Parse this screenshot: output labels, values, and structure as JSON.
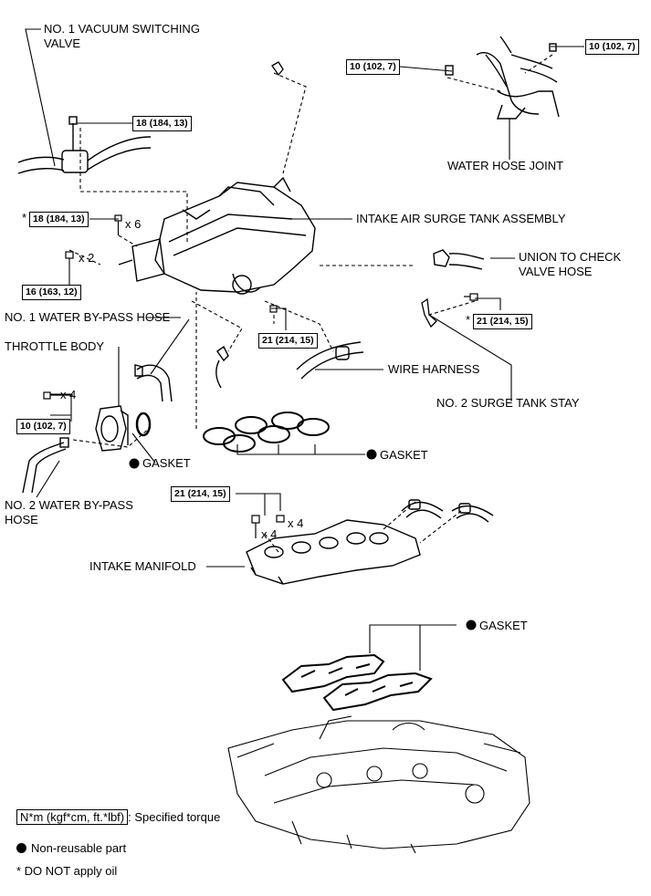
{
  "labels": {
    "vsv": [
      "NO. 1 VACUUM SWITCHING",
      "VALVE"
    ],
    "water_hose_joint": "WATER HOSE JOINT",
    "surge_tank": "INTAKE AIR SURGE TANK ASSEMBLY",
    "union_hose": [
      "UNION TO CHECK",
      "VALVE HOSE"
    ],
    "bypass1": "NO. 1 WATER BY-PASS HOSE",
    "throttle": "THROTTLE BODY",
    "wire_harness": "WIRE HARNESS",
    "stay": "NO. 2 SURGE TANK STAY",
    "gasket_tb": "GASKET",
    "gasket_mid": "GASKET",
    "bypass2": [
      "NO. 2 WATER BY-PASS",
      "HOSE"
    ],
    "manifold": "INTAKE MANIFOLD",
    "gasket_low": "GASKET"
  },
  "torques": {
    "t1": "10 (102, 7)",
    "t2": "10 (102, 7)",
    "t3": "18 (184, 13)",
    "t4": "18 (184, 13)",
    "t5": "16 (163, 12)",
    "t6": "21 (214, 15)",
    "t7": "21 (214, 15)",
    "t8": "10 (102, 7)",
    "t9": "21 (214, 15)"
  },
  "multipliers": {
    "m1": "x 6",
    "m2": "x 2",
    "m3": "x 4",
    "m4": "x 4",
    "m5": "x 4"
  },
  "marks": {
    "star": "*"
  },
  "legend": {
    "torque_unit": "N*m (kgf*cm, ft.*lbf)",
    "torque_text": ": Specified torque",
    "nonreusable": "Non-reusable part",
    "no_oil": "* DO NOT apply oil"
  }
}
